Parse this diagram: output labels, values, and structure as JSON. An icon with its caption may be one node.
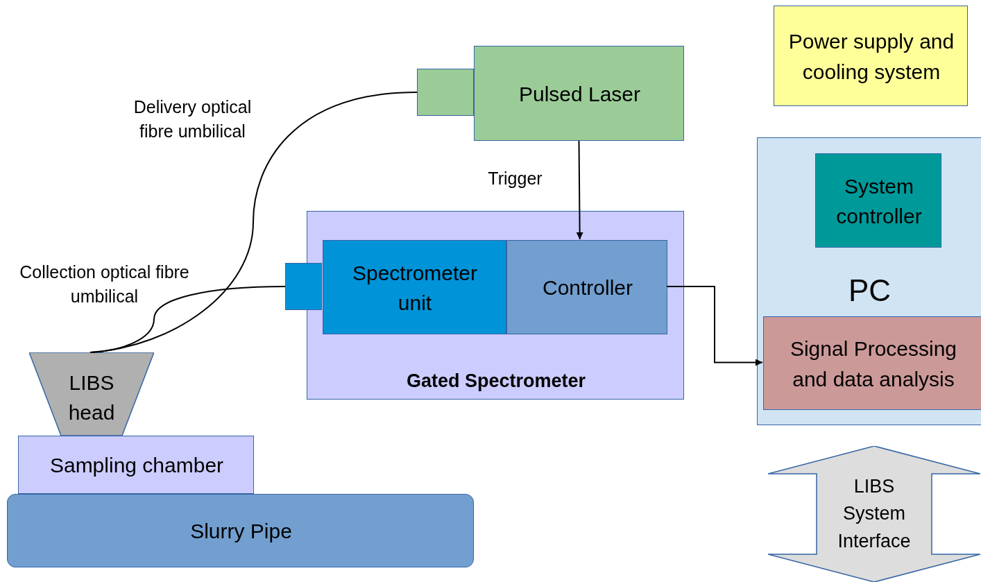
{
  "diagram": {
    "nodes": [
      {
        "text": [
          "Pulsed Laser"
        ]
      },
      {
        "text": [],
        "shape": "box"
      },
      {
        "text": [
          "Gated Spectrometer"
        ]
      },
      {
        "text": [
          "Spectrometer unit"
        ],
        "in": 2
      },
      {
        "text": [
          "Controller"
        ],
        "in": 2
      },
      {
        "text": [],
        "shape": "box"
      },
      {
        "text": [
          "LIBS head"
        ]
      },
      {
        "text": [
          "Sampling chamber"
        ]
      },
      {
        "text": [
          "Slurry Pipe"
        ]
      },
      {
        "text": [
          "Power supply and cooling system"
        ]
      },
      {
        "text": [
          "PC"
        ]
      },
      {
        "text": [
          "System controller"
        ],
        "in": 10
      },
      {
        "text": [
          "Signal Processing and data analysis"
        ],
        "in": 10
      },
      {
        "text": [
          "LIBS System Interface"
        ]
      }
    ],
    "edges": [
      {
        "from": 1,
        "to": 6,
        "arrow": "none",
        "label": "Delivery optical fibre umbilical"
      },
      {
        "from": 5,
        "to": 6,
        "arrow": "none",
        "label": "Collection optical fibre umbilical"
      },
      {
        "from": 0,
        "to": 4,
        "arrow": "to",
        "label": "Trigger"
      },
      {
        "from": 4,
        "to": 12,
        "arrow": "to"
      }
    ]
  }
}
